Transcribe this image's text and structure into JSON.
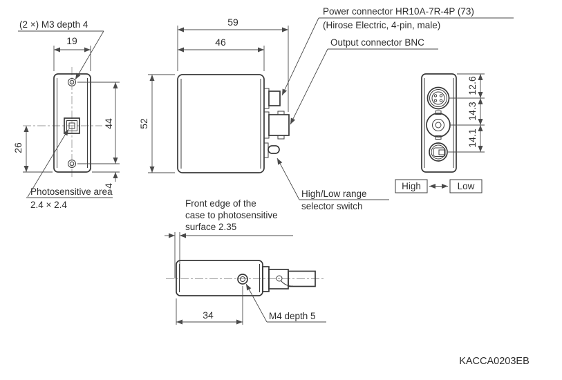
{
  "drawing_code": "KACCA0203EB",
  "front_view": {
    "note_m3": "(2 ×) M3 depth 4",
    "dim_width": "19",
    "dim_hole_span": "44",
    "dim_hole_edge": "4",
    "dim_center_to_bottom": "26",
    "label_photosensitive": "Photosensitive area",
    "label_photosensitive_size": "2.4 × 2.4"
  },
  "side_view": {
    "dim_total_width": "59",
    "dim_case_width": "46",
    "dim_height": "52",
    "label_power_line1": "Power connector HR10A-7R-4P (73)",
    "label_power_line2": "(Hirose Electric, 4-pin, male)",
    "label_output": "Output connector BNC",
    "label_switch_line1": "High/Low range",
    "label_switch_line2": "selector switch"
  },
  "rear_view": {
    "dim_top_to_power": "12.6",
    "dim_power_to_bnc": "14.3",
    "dim_bnc_to_switch": "14.1",
    "label_high": "High",
    "label_low": "Low"
  },
  "bottom_view": {
    "note_front_edge_line1": "Front edge of the",
    "note_front_edge_line2": "case to photosensitive",
    "note_front_edge_line3": "surface 2.35",
    "dim_hole_offset": "34",
    "label_m4": "M4 depth 5"
  }
}
